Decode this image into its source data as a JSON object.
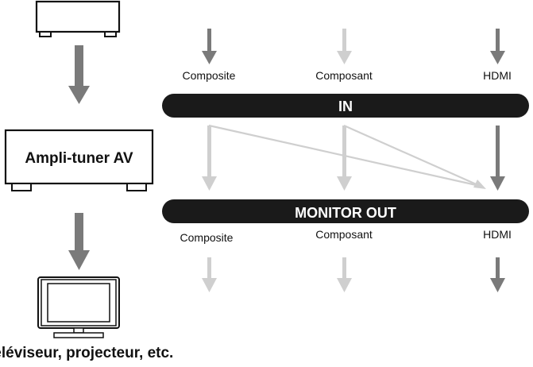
{
  "source_device": {
    "icon": "source-device-icon"
  },
  "input_labels": {
    "composite": "Composite",
    "component": "Composant",
    "hdmi": "HDMI"
  },
  "in_bar": {
    "label": "IN"
  },
  "receiver": {
    "label": "Ampli-tuner AV"
  },
  "monitor_out_bar": {
    "label": "MONITOR OUT"
  },
  "output_labels": {
    "composite": "Composite",
    "component": "Composant",
    "hdmi": "HDMI"
  },
  "display": {
    "icon": "tv-icon",
    "caption": "Téléviseur, projecteur, etc."
  },
  "colors": {
    "active_arrow": "#7a7a7a",
    "inactive_arrow": "#cfcfcf",
    "bar": "#1a1a1a",
    "outline": "#111111"
  }
}
